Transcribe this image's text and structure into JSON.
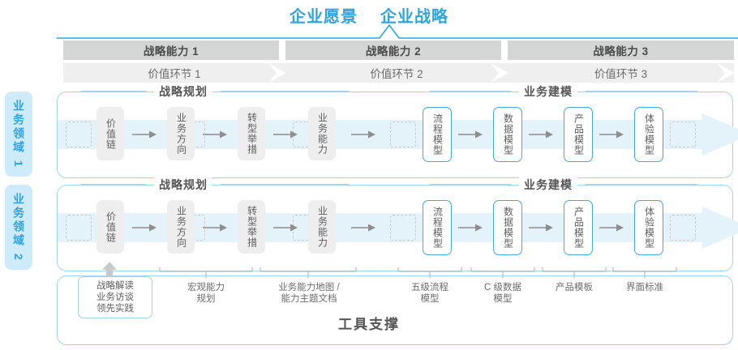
{
  "header": {
    "vision_titles": [
      "企业愿景",
      "企业战略"
    ],
    "accent_color": "#2ea3dd"
  },
  "capability_bars": [
    {
      "label": "战略能力 1"
    },
    {
      "label": "战略能力 2"
    },
    {
      "label": "战略能力 3"
    }
  ],
  "value_segments": [
    {
      "label": "价值环节 1"
    },
    {
      "label": "价值环节 2"
    },
    {
      "label": "价值环节 3"
    }
  ],
  "domains": [
    {
      "label": "业务领域 1"
    },
    {
      "label": "业务领域 2"
    }
  ],
  "sections": {
    "planning": "战略规划",
    "modeling": "业务建模"
  },
  "process_boxes": {
    "planning": [
      "价值链",
      "业务方向",
      "转型举措",
      "业务能力"
    ],
    "modeling": [
      "流程模型",
      "数据模型",
      "产品模型",
      "体验模型"
    ]
  },
  "tool_support": {
    "title": "工具支撑",
    "highlight_box": "战略解读\n业务访谈\n领先实践",
    "highlight_lines": [
      "战略解读",
      "业务访谈",
      "领先实践"
    ],
    "items": [
      {
        "lines": [
          "宏观能力",
          "规划"
        ]
      },
      {
        "lines": [
          "业务能力地图 /",
          "能力主题文档"
        ]
      },
      {
        "lines": [
          "五级流程",
          "模型"
        ]
      },
      {
        "lines": [
          "C 级数据",
          "模型"
        ]
      },
      {
        "lines": [
          "产品模板"
        ]
      },
      {
        "lines": [
          "界面标准"
        ]
      }
    ]
  },
  "colors": {
    "blue": "#2ea3dd",
    "light_blue_border": "#9fd4ee",
    "tab_bg": "#cfeaf8",
    "bar_gray": "#d4d5d5",
    "seg_gray": "#efefef",
    "box_gray": "#eeeeee",
    "text_gray": "#5d5d5d"
  }
}
